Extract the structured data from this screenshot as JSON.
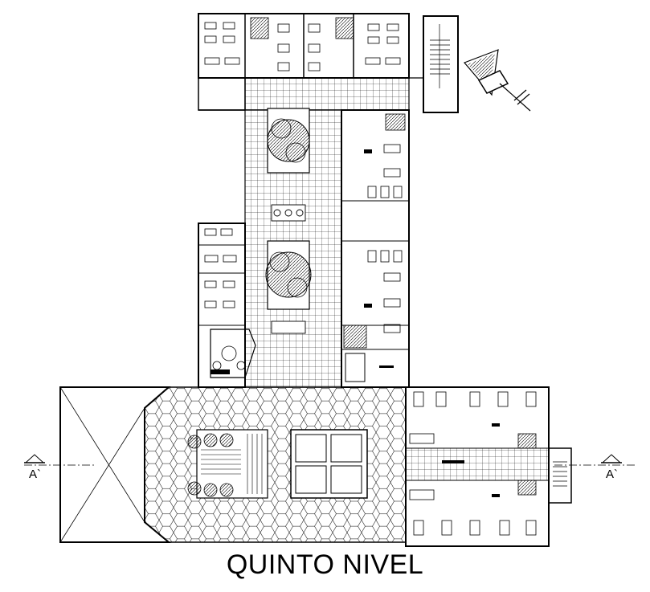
{
  "plan": {
    "title": "QUINTO NIVEL",
    "section_marker_left": "A`",
    "section_marker_right": "A`",
    "north_arrow_icon": "north-arrow-icon",
    "line_color": "#000000",
    "background": "#ffffff"
  }
}
